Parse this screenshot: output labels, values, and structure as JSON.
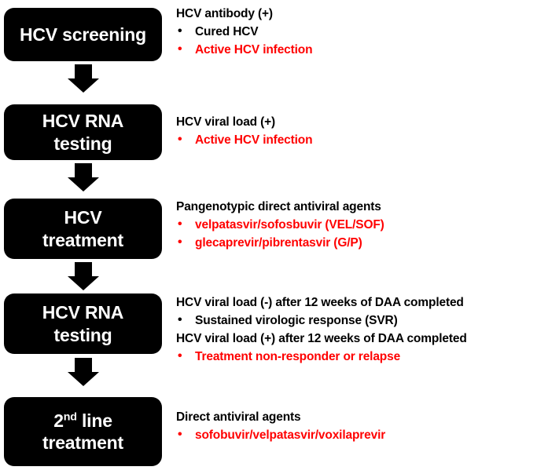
{
  "colors": {
    "box_fill": "#000000",
    "box_text": "#FFFFFF",
    "background": "#FFFFFF",
    "text_black": "#000000",
    "text_red": "#FF0000",
    "arrow": "#000000"
  },
  "steps": [
    {
      "box": {
        "line1": "HCV screening",
        "line2": ""
      },
      "annotation": {
        "heading": "HCV antibody (+)",
        "bullets": [
          {
            "text": "Cured HCV",
            "color": "black"
          },
          {
            "text": "Active HCV infection",
            "color": "red"
          }
        ]
      }
    },
    {
      "box": {
        "line1": "HCV RNA",
        "line2": "testing"
      },
      "annotation": {
        "heading": "HCV viral load (+)",
        "bullets": [
          {
            "text": "Active HCV infection",
            "color": "red"
          }
        ]
      }
    },
    {
      "box": {
        "line1": "HCV",
        "line2": "treatment"
      },
      "annotation": {
        "heading": "Pangenotypic direct antiviral agents",
        "bullets": [
          {
            "text": "velpatasvir/sofosbuvir (VEL/SOF)",
            "color": "red"
          },
          {
            "text": "glecaprevir/pibrentasvir (G/P)",
            "color": "red"
          }
        ]
      }
    },
    {
      "box": {
        "line1": "HCV RNA",
        "line2": "testing"
      },
      "annotation": {
        "heading": "HCV viral load (-) after 12 weeks of DAA completed",
        "bullets": [
          {
            "text": "Sustained virologic response (SVR)",
            "color": "black"
          }
        ],
        "heading2": "HCV viral load (+) after 12 weeks of DAA completed",
        "bullets2": [
          {
            "text": "Treatment non-responder or relapse",
            "color": "red"
          }
        ]
      }
    },
    {
      "box": {
        "line1_pre": "2",
        "line1_sup": "nd",
        "line1_post": " line",
        "line2": "treatment"
      },
      "annotation": {
        "heading": "Direct antiviral agents",
        "bullets": [
          {
            "text": "sofobuvir/velpatasvir/voxilaprevir",
            "color": "red"
          }
        ]
      }
    }
  ],
  "arrows": [
    {
      "name": "arrow-screening-to-rna"
    },
    {
      "name": "arrow-rna-to-treatment"
    },
    {
      "name": "arrow-treatment-to-rna2"
    },
    {
      "name": "arrow-rna2-to-secondline"
    }
  ]
}
